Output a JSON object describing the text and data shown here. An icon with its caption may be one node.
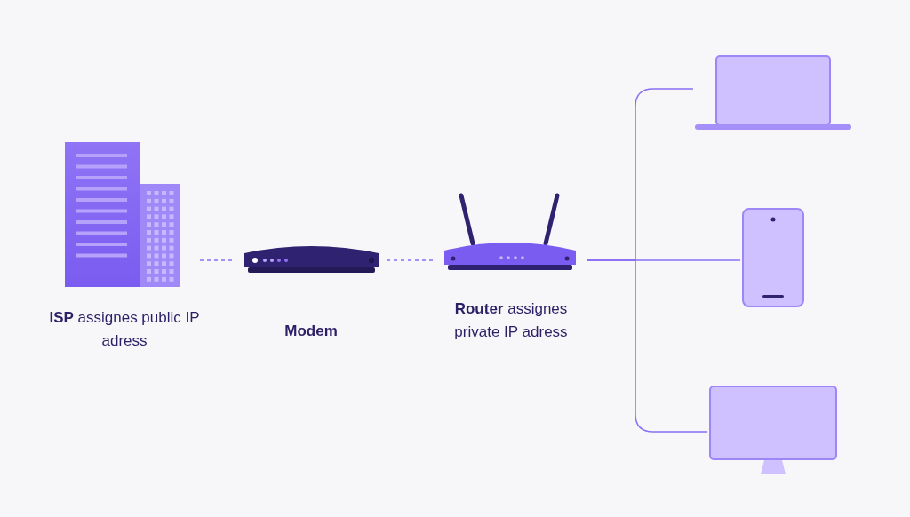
{
  "diagram": {
    "nodes": [
      {
        "text": [
          "**ISP** assignes public IP adress"
        ]
      },
      {
        "text": [
          "Modem"
        ]
      },
      {
        "text": [
          "**Router** assignes private IP adress"
        ]
      },
      {
        "text": [],
        "shape": "laptop"
      },
      {
        "text": [],
        "shape": "phone"
      },
      {
        "text": [],
        "shape": "monitor"
      }
    ],
    "edges": [
      {
        "from": 0,
        "to": 1,
        "arrow": "none",
        "style": "dashed"
      },
      {
        "from": 1,
        "to": 2,
        "arrow": "none",
        "style": "dashed"
      },
      {
        "from": 2,
        "to": 3,
        "arrow": "none"
      },
      {
        "from": 2,
        "to": 4,
        "arrow": "none"
      },
      {
        "from": 2,
        "to": 5,
        "arrow": "none"
      }
    ]
  }
}
